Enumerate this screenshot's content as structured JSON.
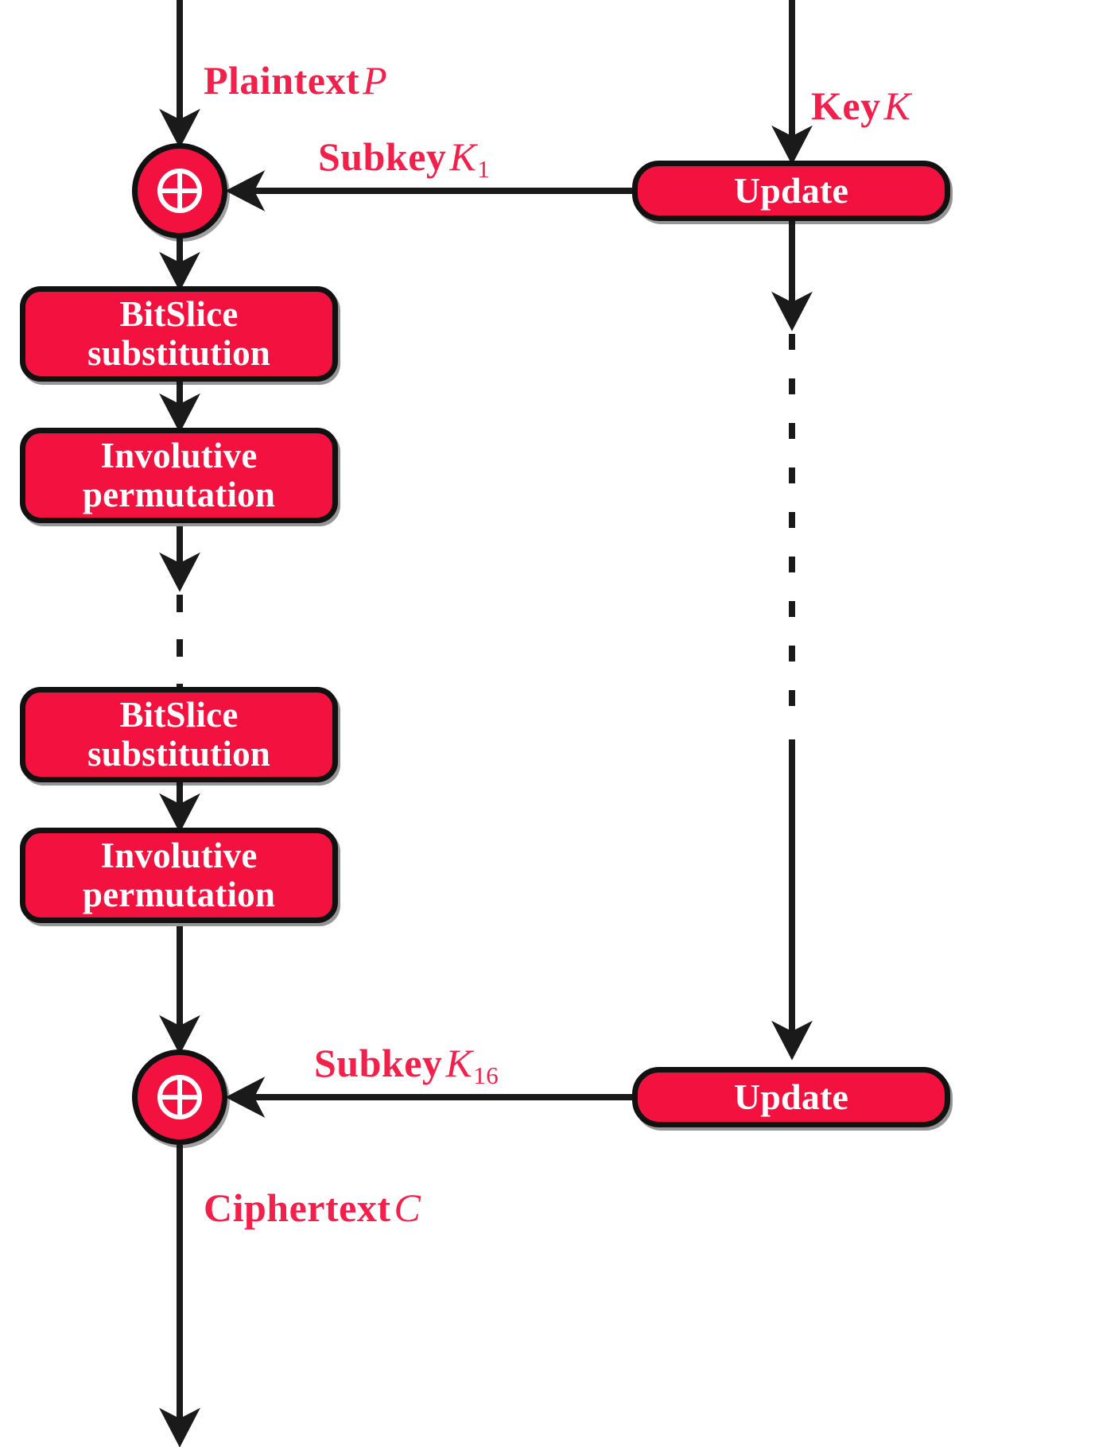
{
  "diagram": {
    "title": "Block cipher round structure with key schedule",
    "palette": {
      "node_fill": "#F3123F",
      "node_border": "#111111",
      "node_text": "#FFFFFF",
      "label_text": "#F3204C",
      "wire": "#1A1A1A",
      "background": "#FFFFFF"
    },
    "labels": {
      "plaintext": {
        "text": "Plaintext",
        "var": "P",
        "sub": ""
      },
      "key": {
        "text": "Key",
        "var": "K",
        "sub": ""
      },
      "subkey_first": {
        "text": "Subkey",
        "var": "K",
        "sub": "1"
      },
      "subkey_last": {
        "text": "Subkey",
        "var": "K",
        "sub": "16"
      },
      "ciphertext": {
        "text": "Ciphertext",
        "var": "C",
        "sub": ""
      }
    },
    "nodes": {
      "xor_top": {
        "symbol": "xor",
        "name": "XOR"
      },
      "xor_bottom": {
        "symbol": "xor",
        "name": "XOR"
      },
      "bitslice_1": {
        "line1": "BitSlice",
        "line2": "substitution"
      },
      "permutation_1": {
        "line1": "Involutive",
        "line2": "permutation"
      },
      "bitslice_2": {
        "line1": "BitSlice",
        "line2": "substitution"
      },
      "permutation_2": {
        "line1": "Involutive",
        "line2": "permutation"
      },
      "update_1": {
        "line1": "Update"
      },
      "update_2": {
        "line1": "Update"
      }
    }
  }
}
